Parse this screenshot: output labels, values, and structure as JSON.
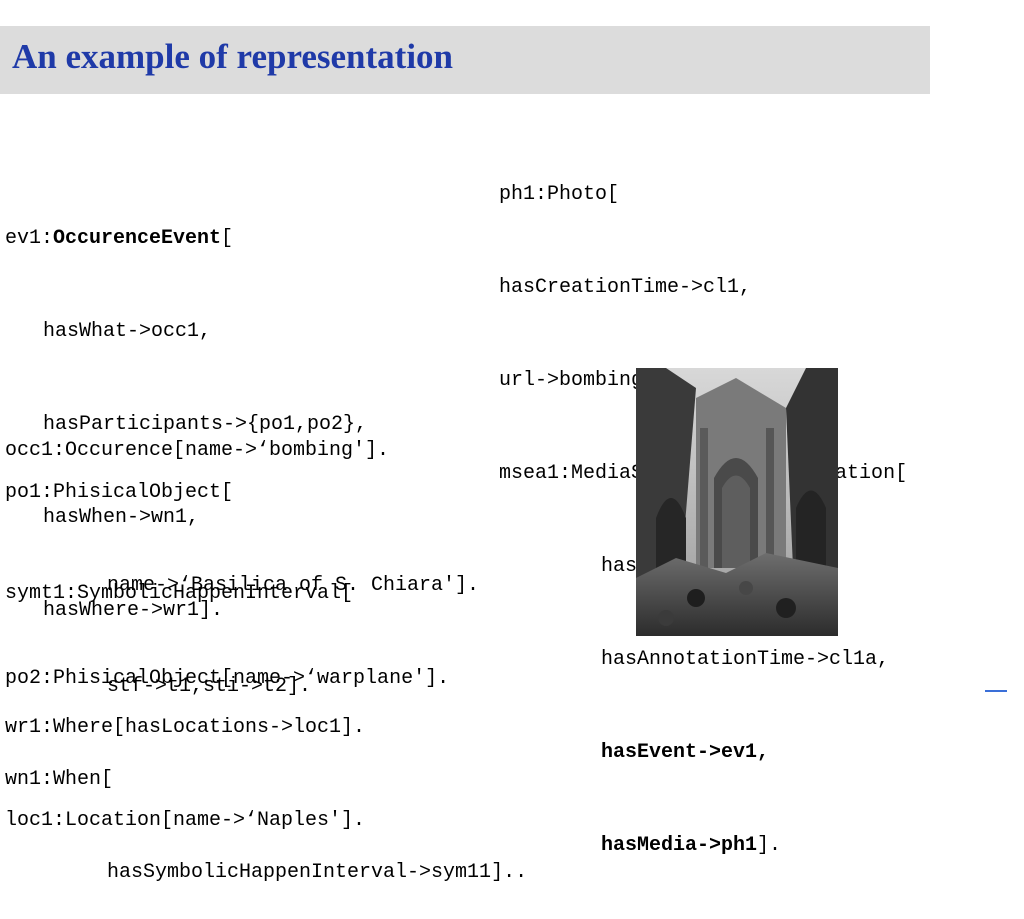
{
  "slide": {
    "title": "An example of representation",
    "blocks": {
      "ev1": {
        "prefix": "ev1:",
        "type_bold": "OccurenceEvent",
        "open": "[",
        "lines": [
          "hasWhat->occ1,",
          "hasParticipants->{po1,po2},",
          "hasWhen->wn1,",
          "hasWhere->wr1]."
        ]
      },
      "occ": {
        "line": "occ1:Occurence[name->‘bombing']."
      },
      "po": {
        "lines": [
          "po1:PhisicalObject[",
          "name->‘Basilica of S. Chiara'].",
          "po2:PhisicalObject[name->‘warplane']."
        ]
      },
      "symt": {
        "lines": [
          "symt1:SymbolicHappenInterval[",
          "stf->t1,sti->t2].",
          "wn1:When[",
          "hasSymbolicHappenInterval->sym11].."
        ]
      },
      "wr": {
        "lines": [
          "wr1:Where[hasLocations->loc1].",
          "loc1:Location[name->‘Naples']."
        ]
      },
      "ph1": {
        "lines": [
          "ph1:Photo[",
          "hasCreationTime->cl1,",
          "url->bombing.gif'].",
          "msea1:MediaStoryElementAnnotation[",
          "hasAgent->ant1,",
          "hasAnnotationTime->cl1a,"
        ],
        "bold_event": "hasEvent->ev1,",
        "bold_media": "hasMedia->ph1",
        "media_tail": "]."
      }
    },
    "photo": {
      "icon": "ruined-basilica-photo",
      "tone": "#5a5a5a"
    },
    "colors": {
      "title": "#1f3aa8",
      "title_bar": "#dcdcdc"
    }
  }
}
